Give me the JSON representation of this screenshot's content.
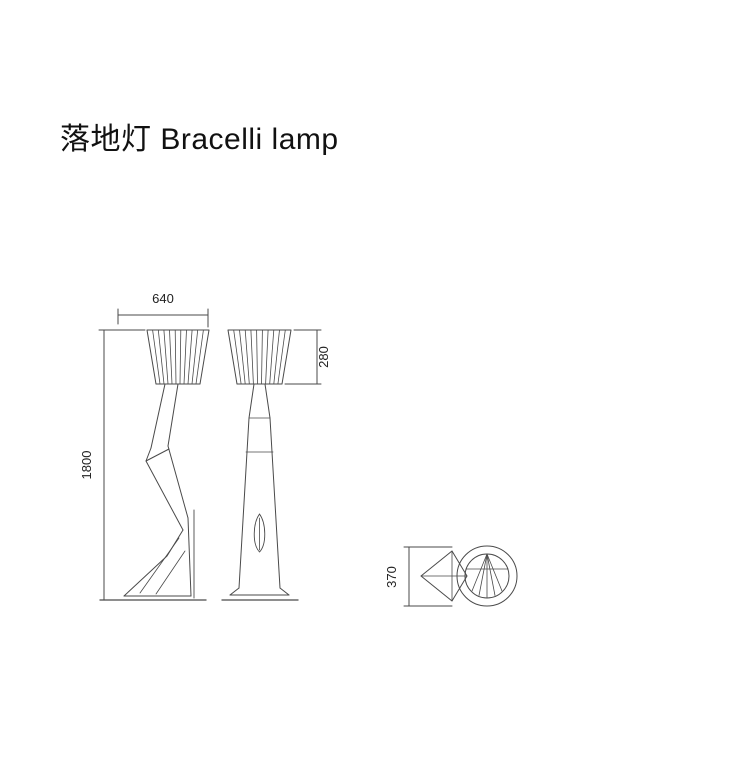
{
  "page": {
    "title": "落地灯 Bracelli lamp",
    "background": "#ffffff"
  },
  "drawing": {
    "line_color": "#4a4a4a",
    "text_color": "#222222",
    "dimensions": {
      "depth": "640",
      "shade_height": "280",
      "height": "1800",
      "base_width": "370"
    }
  }
}
